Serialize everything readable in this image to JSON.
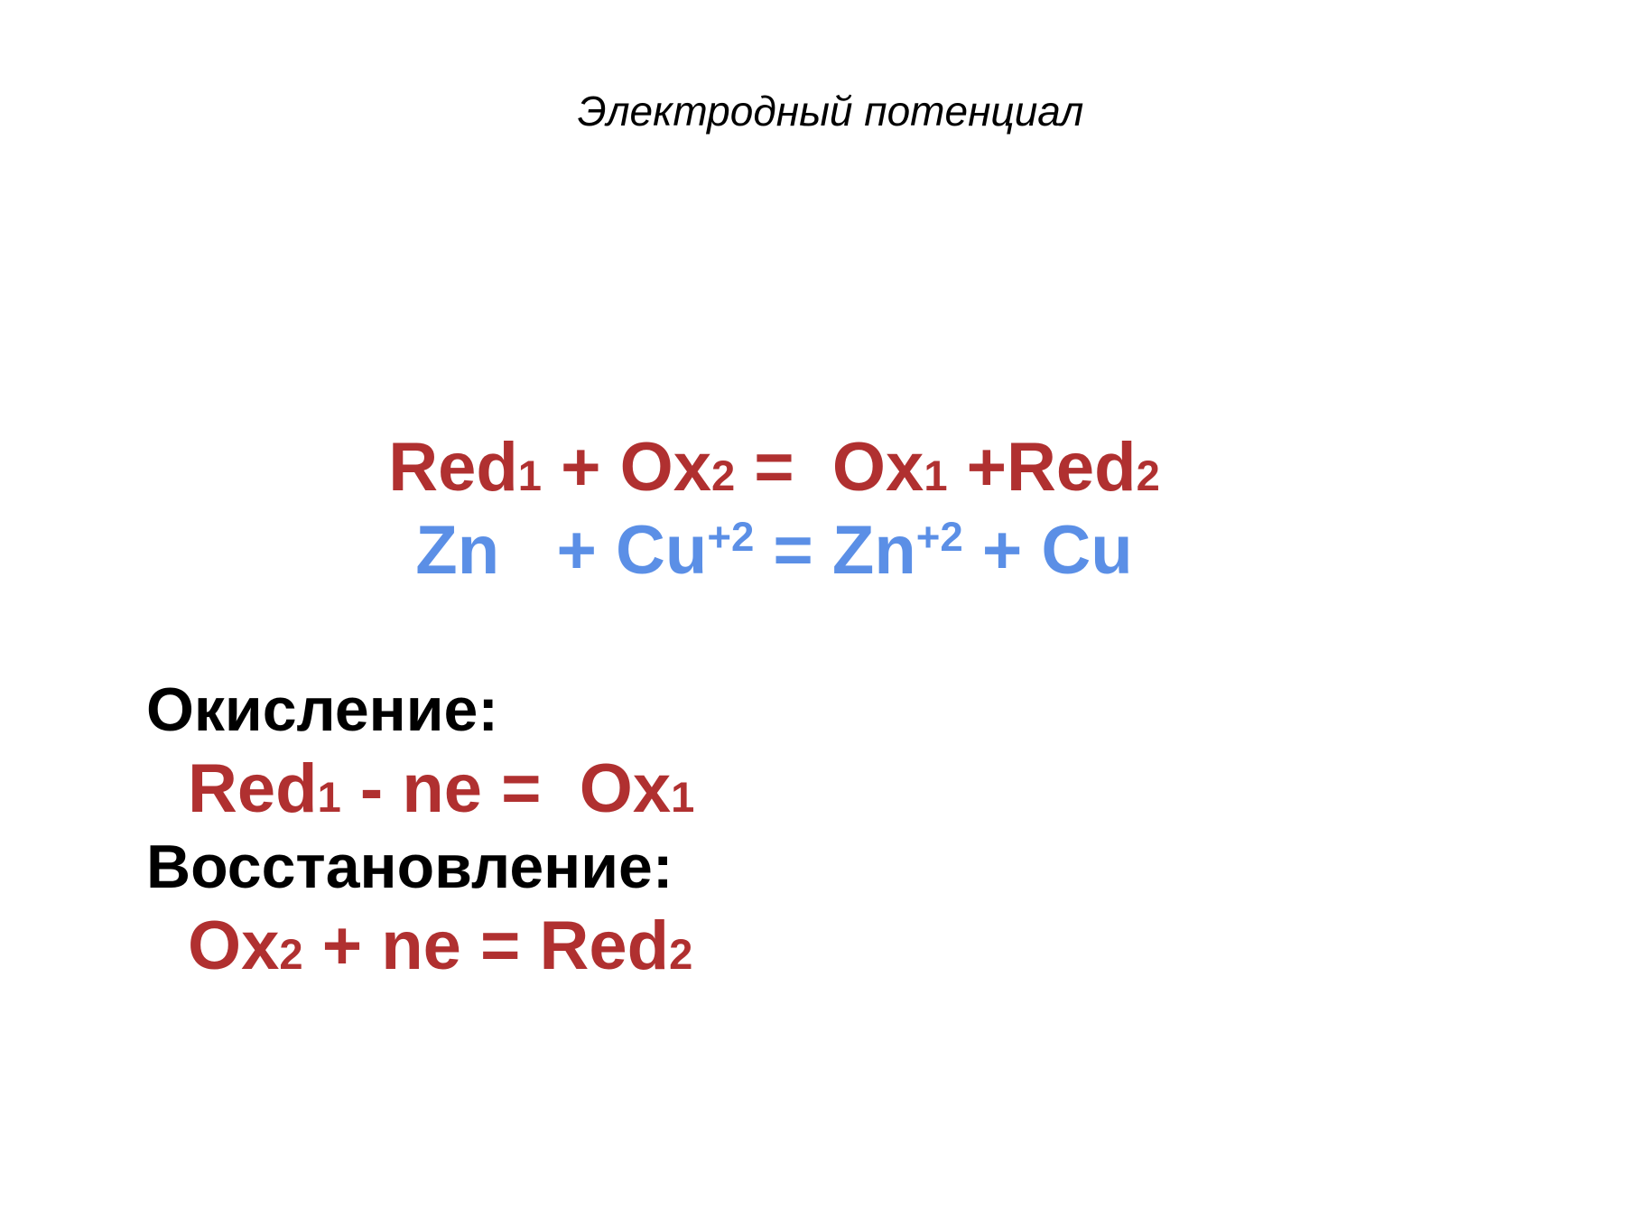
{
  "title": "Электродный потенциал",
  "colors": {
    "general": "#b03030",
    "example": "#5b8fe6",
    "text": "#000000",
    "background": "#ffffff"
  },
  "general_equation": {
    "red1_base": "Red",
    "red1_idx": "1",
    "plus1": " + ",
    "ox2_base": "Ox",
    "ox2_idx": "2",
    "equals": " =  ",
    "ox1_base": "Ox",
    "ox1_idx": "1",
    "plus2": " +",
    "red2_base": "Red",
    "red2_idx": "2"
  },
  "example_equation": {
    "zn": "Zn",
    "plus1": "   + ",
    "cu_ion_base": "Cu",
    "cu_ion_charge": "+2",
    "equals": " = ",
    "zn_ion_base": "Zn",
    "zn_ion_charge": "+2",
    "plus2": " + ",
    "cu": "Cu"
  },
  "oxidation": {
    "label": "Окисление:",
    "red_base": "Red",
    "red_idx": "1",
    "middle": " - ne =  ",
    "ox_base": "Ox",
    "ox_idx": "1"
  },
  "reduction": {
    "label": "Восстановление:",
    "ox_base": "Ox",
    "ox_idx": "2",
    "middle": " + ne = ",
    "red_base": "Red",
    "red_idx": "2"
  }
}
